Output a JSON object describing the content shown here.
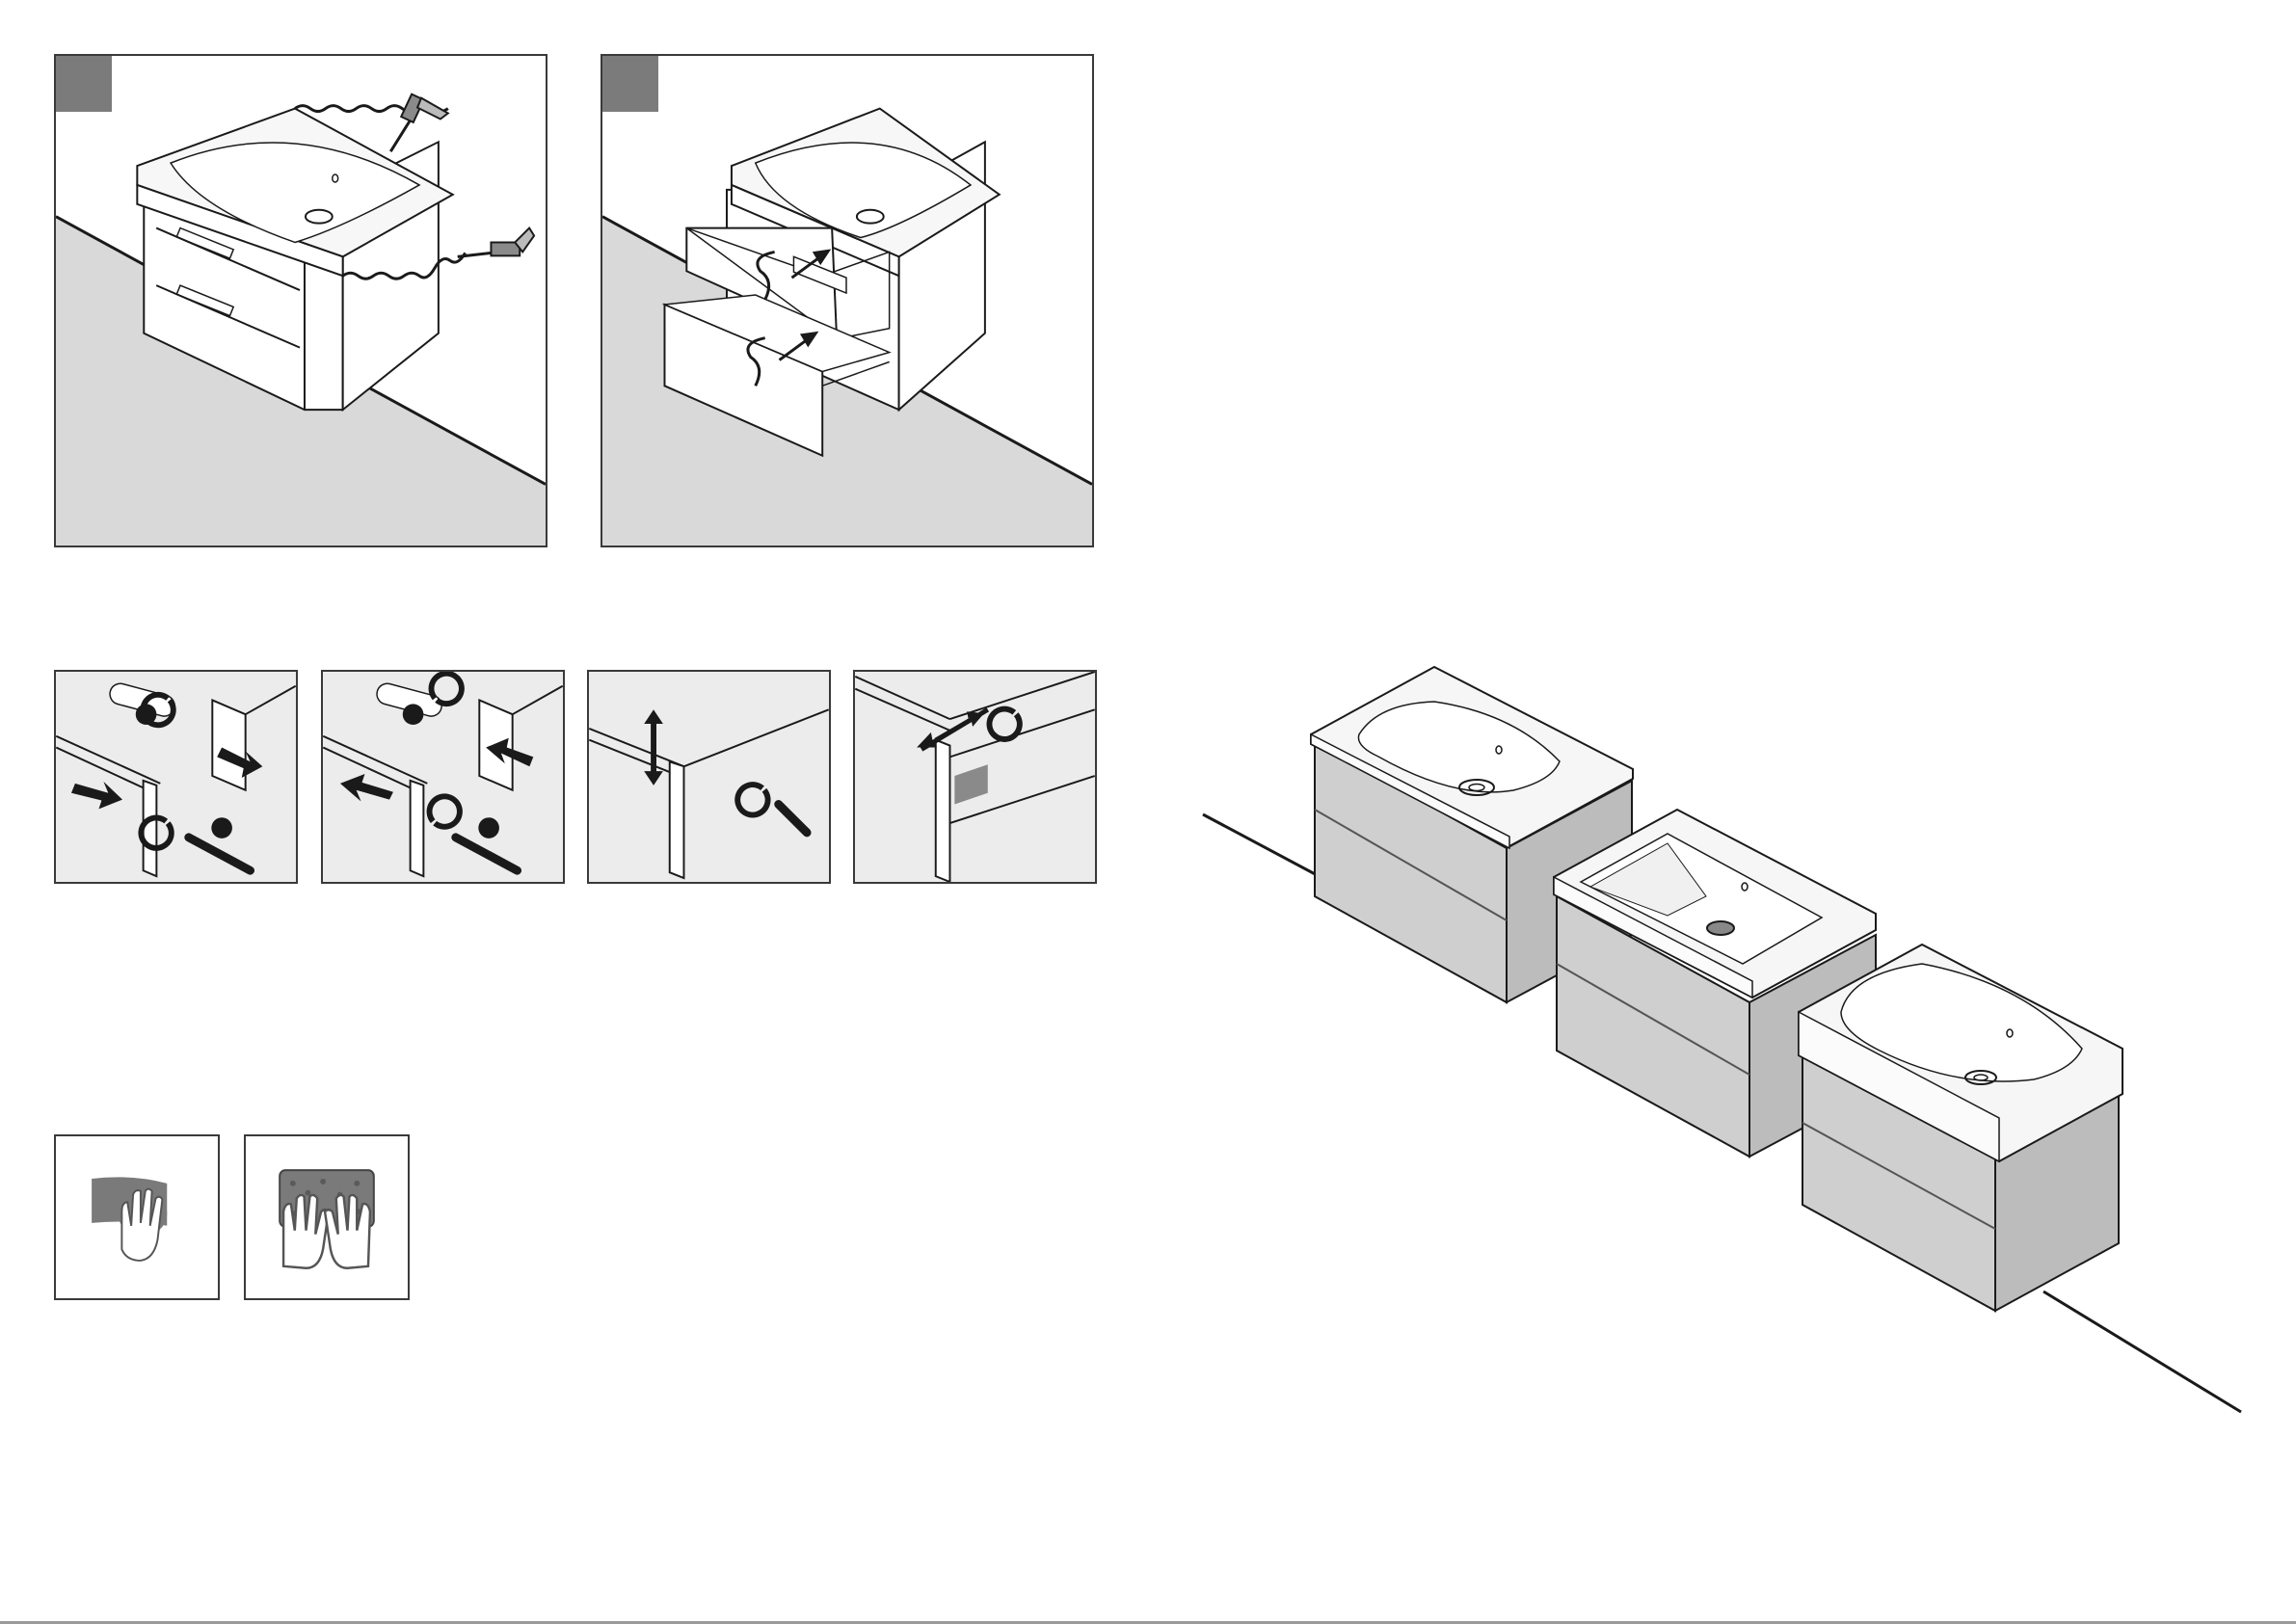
{
  "document": {
    "type": "assembly-instructions",
    "colors": {
      "line": "#1a1a1a",
      "floor": "#d9d9d9",
      "cabinet": "#c9c9c9",
      "cabinet_side": "#b9b9b9",
      "basin": "#f7f7f7",
      "badge": "#7b7b7b",
      "detail_bg": "#ececec"
    }
  },
  "steps": [
    {
      "icon": "silicone-sealing-step"
    },
    {
      "icon": "drawer-insert-step"
    }
  ],
  "drawer_adjustments": [
    {
      "icon": "depth-adjust-forward"
    },
    {
      "icon": "depth-adjust-backward"
    },
    {
      "icon": "height-adjust"
    },
    {
      "icon": "side-adjust"
    }
  ],
  "care_icons": [
    {
      "icon": "wipe-with-cloth-icon"
    },
    {
      "icon": "clean-with-sponge-icon"
    }
  ],
  "overview": {
    "variants": 3
  }
}
